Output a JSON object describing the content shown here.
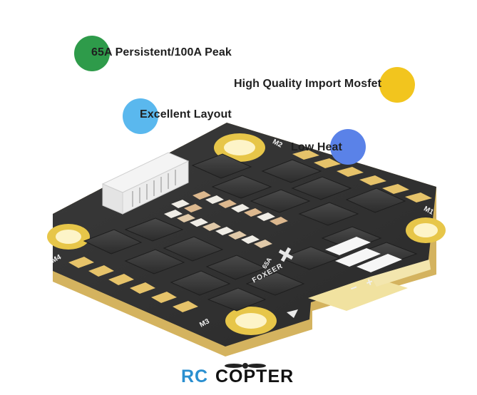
{
  "features": [
    {
      "label": "65A Persistent/100A Peak",
      "dot_color": "#2e9b4a"
    },
    {
      "label": "High Quality Import Mosfet",
      "dot_color": "#f2c51e"
    },
    {
      "label": "Excellent Layout",
      "dot_color": "#5ab8ee"
    },
    {
      "label": "Low Heat",
      "dot_color": "#5a82e8"
    }
  ],
  "board": {
    "motor_labels": [
      "M1",
      "M2",
      "M3",
      "M4"
    ],
    "silkscreen_rating": "65A",
    "silkscreen_brand": "FOXEER",
    "power_minus": "−",
    "power_plus": "+"
  },
  "logo": {
    "rc": "RC",
    "copter": "COPTER"
  }
}
